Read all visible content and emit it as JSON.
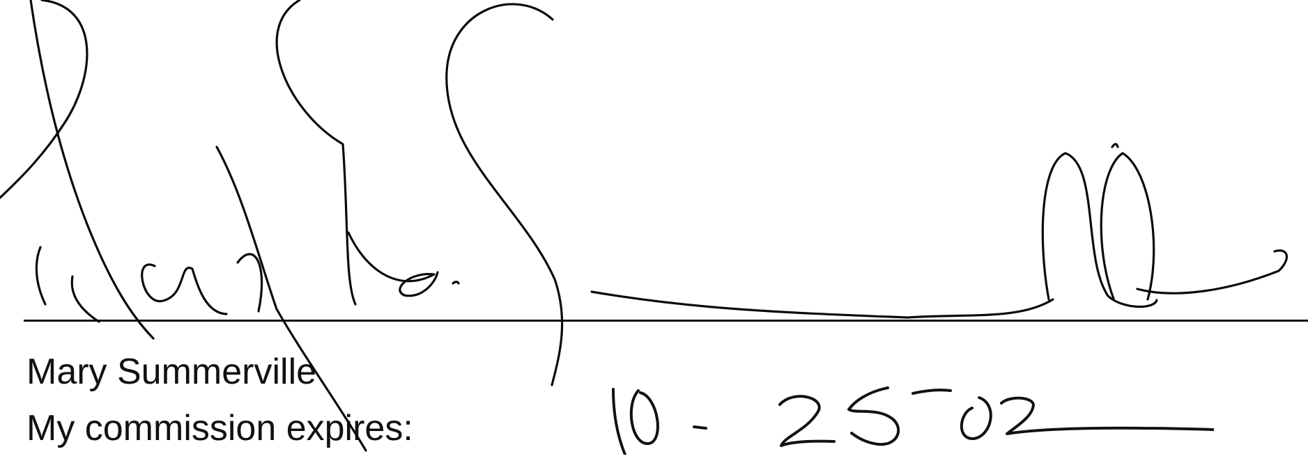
{
  "signature": {
    "signer_name": "Mary Summerville",
    "commission_label": "My commission expires:",
    "commission_date": "10-25-02"
  },
  "colors": {
    "ink": "#0a0a0a",
    "text": "#111111",
    "background": "#ffffff"
  }
}
